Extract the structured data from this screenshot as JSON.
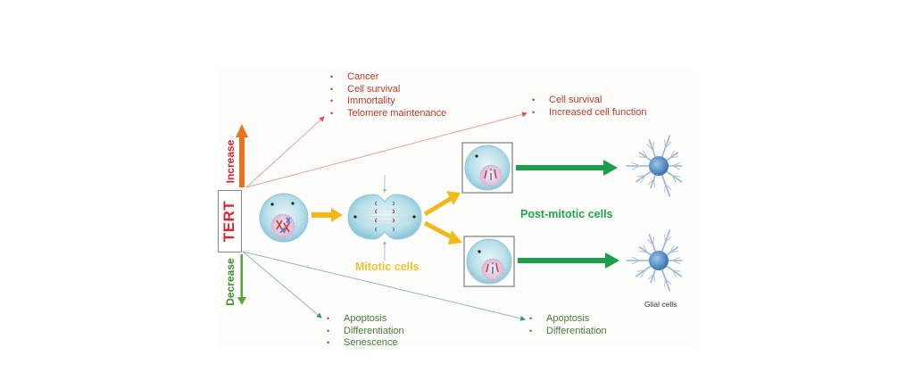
{
  "tert": {
    "label": "TERT",
    "increase_label": "Increase",
    "decrease_label": "Decrease"
  },
  "increase_effects": {
    "dividing": [
      "Cancer",
      "Cell survival",
      "Immortality",
      "Telomere maintenance"
    ],
    "post_mitotic": [
      "Cell survival",
      "Increased cell function"
    ]
  },
  "decrease_effects": {
    "dividing": [
      "Apoptosis",
      "Differentiation",
      "Senescence"
    ],
    "post_mitotic": [
      "Apoptosis",
      "Differentiation"
    ]
  },
  "stages": {
    "mitotic_label": "Mitotic cells",
    "post_mitotic_label": "Post-mitotic cells",
    "glial_label": "Glial cells"
  },
  "colors": {
    "increase": "#e8731c",
    "increase_text": "#c0392b",
    "decrease": "#5aa23a",
    "decrease_text": "#4a7a3a",
    "tert": "#d4262b",
    "mitotic_arrow": "#f2b91c",
    "mitotic_text": "#f0c22a",
    "post_mitotic_arrow": "#1aa04a",
    "post_mitotic_text": "#1fa64c",
    "cell_fill": "#b9e0ea",
    "glial": "#3f7fb5"
  }
}
